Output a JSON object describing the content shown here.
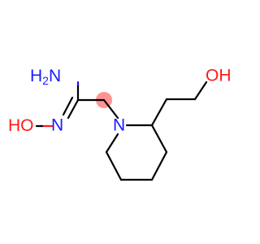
{
  "molecule": {
    "atoms": {
      "amine": "H2N",
      "amine_h": "H",
      "amine_sub": "2",
      "amine_n": "N",
      "oxime_o": "O",
      "oxime_h": "HO",
      "oxime_n": "N",
      "ring_n": "N",
      "hydroxyl": "OH"
    },
    "colors": {
      "bond": "#000000",
      "nitrogen": "#1a1aff",
      "oxygen": "#ff1a1a",
      "highlight": "#ff8080"
    }
  }
}
